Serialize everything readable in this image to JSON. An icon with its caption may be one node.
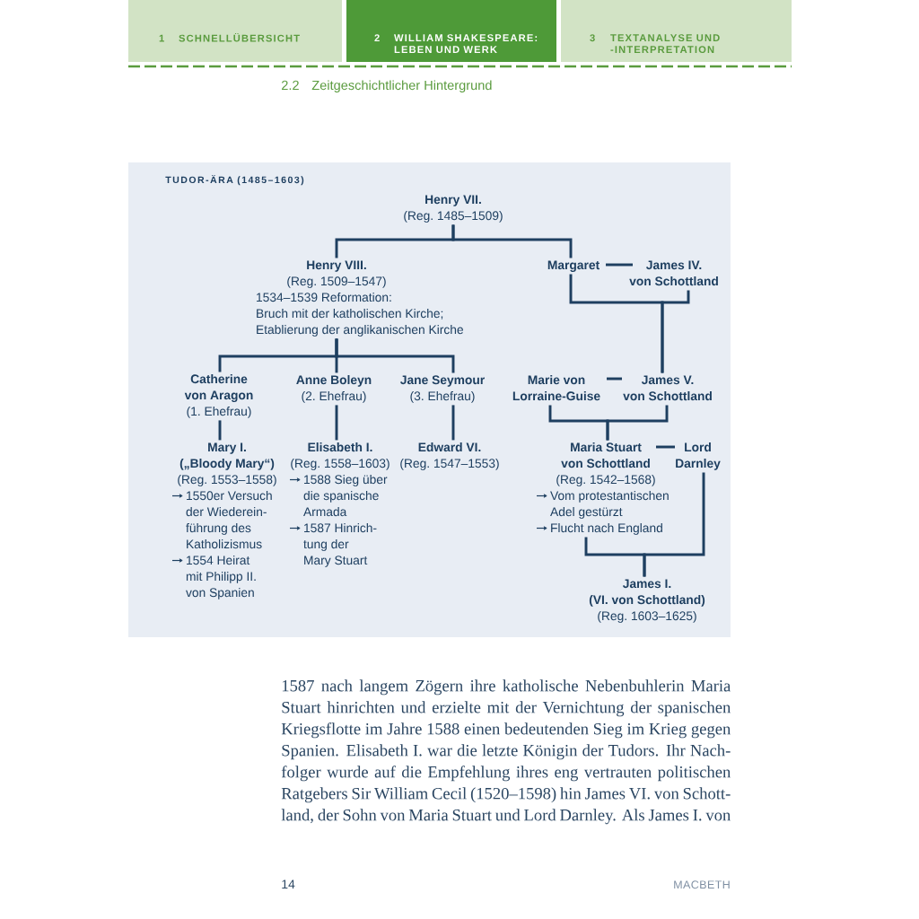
{
  "diagram": {
    "title": "TUDOR-ÄRA (1485–1603)",
    "nodes": [
      {
        "text": [
          "1",
          "SCHNELLÜBERSICHT"
        ]
      },
      {
        "text": [
          "2",
          "WILLIAM SHAKESPEARE: LEBEN UND WERK"
        ]
      },
      {
        "text": [
          "3",
          "TEXTANALYSE UND -INTERPRETATION"
        ]
      },
      {
        "text": [
          "Henry VII.",
          "(Reg. 1485–1509)"
        ]
      },
      {
        "text": [
          "Henry VIII.",
          "(Reg. 1509–1547)",
          "1534–1539 Reformation:",
          "Bruch mit der katholischen Kirche; Etablierung der anglikanischen Kirche"
        ]
      },
      {
        "text": [
          "Margaret"
        ]
      },
      {
        "text": [
          "James IV.",
          "von Schottland"
        ]
      },
      {
        "text": [
          "Catherine von Aragon",
          "(1. Ehefrau)"
        ]
      },
      {
        "text": [
          "Anne Boleyn",
          "(2. Ehefrau)"
        ]
      },
      {
        "text": [
          "Jane Seymour",
          "(3. Ehefrau)"
        ]
      },
      {
        "text": [
          "Marie von Lorraine-Guise"
        ]
      },
      {
        "text": [
          "James V.",
          "von Schottland"
        ]
      },
      {
        "text": [
          "Mary I.",
          "(„Bloody Mary“)",
          "(Reg. 1553–1558)",
          "1550er Versuch der Wiederein- führung des Katholizismus",
          "1554 Heirat mit Philipp II. von Spanien"
        ]
      },
      {
        "text": [
          "Elisabeth I.",
          "(Reg. 1558–1603)",
          "1588 Sieg über die spanische Armada",
          "1587 Hinrich- tung der Mary Stuart"
        ]
      },
      {
        "text": [
          "Edward VI.",
          "(Reg. 1547–1553)"
        ]
      },
      {
        "text": [
          "Maria Stuart",
          "von Schottland",
          "(Reg. 1542–1568)",
          "Vom protestantischen Adel gestürzt",
          "Flucht nach England"
        ]
      },
      {
        "text": [
          "Lord Darnley"
        ]
      },
      {
        "text": [
          "James I.",
          "(VI. von Schottland)",
          "(Reg. 1603–1625)"
        ]
      }
    ],
    "edges": [
      {
        "from": 3,
        "to": 4,
        "arrow": "none"
      },
      {
        "from": 3,
        "to": 5,
        "arrow": "none"
      },
      {
        "from": 5,
        "to": 6,
        "arrow": "none"
      },
      {
        "from": 5,
        "to": 11,
        "arrow": "none"
      },
      {
        "from": 6,
        "to": 11,
        "arrow": "none"
      },
      {
        "from": 4,
        "to": 7,
        "arrow": "none"
      },
      {
        "from": 4,
        "to": 8,
        "arrow": "none"
      },
      {
        "from": 4,
        "to": 9,
        "arrow": "none"
      },
      {
        "from": 7,
        "to": 12,
        "arrow": "none"
      },
      {
        "from": 8,
        "to": 13,
        "arrow": "none"
      },
      {
        "from": 9,
        "to": 14,
        "arrow": "none"
      },
      {
        "from": 10,
        "to": 11,
        "arrow": "none"
      },
      {
        "from": 10,
        "to": 15,
        "arrow": "none"
      },
      {
        "from": 11,
        "to": 15,
        "arrow": "none"
      },
      {
        "from": 15,
        "to": 16,
        "arrow": "none"
      },
      {
        "from": 15,
        "to": 17,
        "arrow": "none"
      },
      {
        "from": 16,
        "to": 17,
        "arrow": "none"
      }
    ],
    "labels": [
      "2.2",
      "Zeitgeschichtlicher Hintergrund",
      "1587 nach langem Zögern ihre katholische Nebenbuhlerin Maria Stuart hinrichten und erzielte mit der Vernichtung der spanischen Kriegsflotte im Jahre 1588 einen bedeutenden Sieg im Krieg gegen Spanien. Elisabeth I. war die letzte Königin der Tudors. Ihr Nach- folger wurde auf die Empfehlung ihres eng vertrauten politischen Ratgebers Sir William Cecil (1520–1598) hin James VI. von Schott- land, der Sohn von Maria Stuart und Lord Darnley. Als James I. von",
      "14",
      "MACBETH"
    ]
  }
}
